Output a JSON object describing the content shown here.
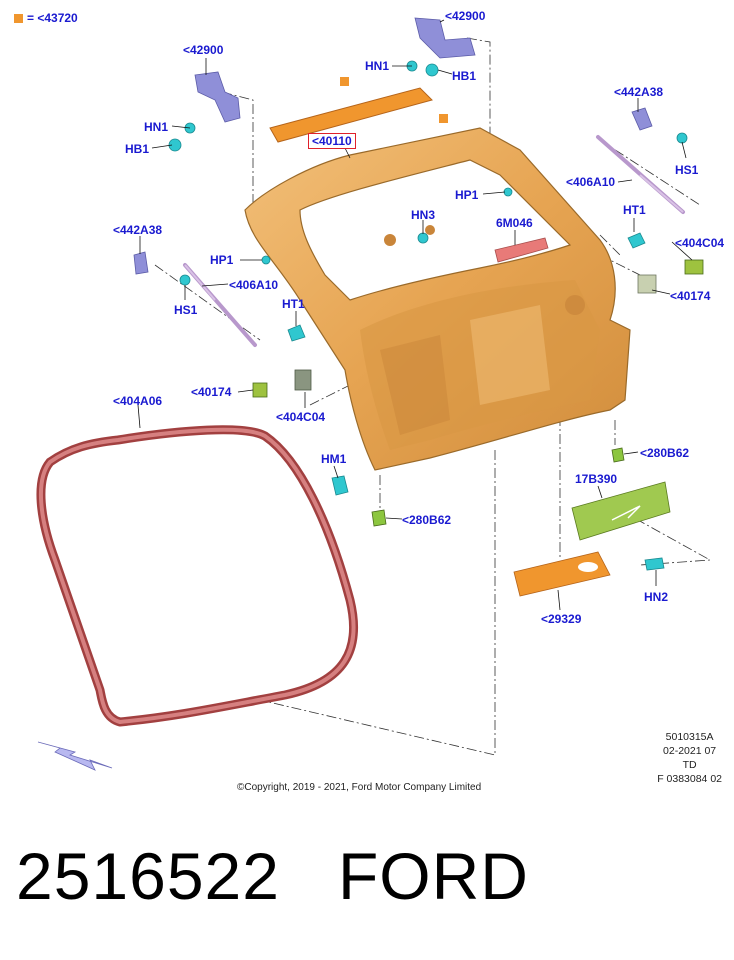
{
  "legend": {
    "swatch_color": "#f0962e",
    "text": "= <43720"
  },
  "labels": [
    {
      "id": "42900-top",
      "text": "<42900"
    },
    {
      "id": "hn1-top",
      "text": "HN1"
    },
    {
      "id": "hb1-top",
      "text": "HB1"
    },
    {
      "id": "42900-left",
      "text": "<42900"
    },
    {
      "id": "hn1-left",
      "text": "HN1"
    },
    {
      "id": "hb1-left",
      "text": "HB1"
    },
    {
      "id": "40110",
      "text": "<40110"
    },
    {
      "id": "442a38-right",
      "text": "<442A38"
    },
    {
      "id": "hs1-right",
      "text": "HS1"
    },
    {
      "id": "406a10-right",
      "text": "<406A10"
    },
    {
      "id": "hp1-upper",
      "text": "HP1"
    },
    {
      "id": "ht1-right",
      "text": "HT1"
    },
    {
      "id": "404c04-right",
      "text": "<404C04"
    },
    {
      "id": "40174-right",
      "text": "<40174"
    },
    {
      "id": "hn3",
      "text": "HN3"
    },
    {
      "id": "6m046",
      "text": "6M046"
    },
    {
      "id": "442a38-left",
      "text": "<442A38"
    },
    {
      "id": "hp1-lower",
      "text": "HP1"
    },
    {
      "id": "406a10-left",
      "text": "<406A10"
    },
    {
      "id": "hs1-left",
      "text": "HS1"
    },
    {
      "id": "ht1-left",
      "text": "HT1"
    },
    {
      "id": "40174-left",
      "text": "<40174"
    },
    {
      "id": "404c04-left",
      "text": "<404C04"
    },
    {
      "id": "404a06",
      "text": "<404A06"
    },
    {
      "id": "hm1",
      "text": "HM1"
    },
    {
      "id": "280b62-right",
      "text": "<280B62"
    },
    {
      "id": "280b62-left",
      "text": "<280B62"
    },
    {
      "id": "17b390",
      "text": "17B390"
    },
    {
      "id": "hn2",
      "text": "HN2"
    },
    {
      "id": "29329",
      "text": "<29329"
    }
  ],
  "meta": {
    "line1": "5010315A",
    "line2": "02-2021 07",
    "line3": "TD",
    "line4": "F 0383084 02"
  },
  "copyright": "©Copyright, 2019 - 2021, Ford Motor Company Limited",
  "part_number": "2516522",
  "brand": "FORD",
  "colors": {
    "label": "#1a1ad0",
    "liftgate": "#e8ad5f",
    "liftgate_dark": "#b87a33",
    "seal": "#b04848",
    "orange_part": "#f0962e",
    "green_part": "#8cc63f",
    "cyan_fastener": "#2fc7cf",
    "hinge": "#8f8fd8",
    "strut": "#c5a8d8",
    "pink_bracket": "#e87a78",
    "label_box": "#e0202a"
  }
}
